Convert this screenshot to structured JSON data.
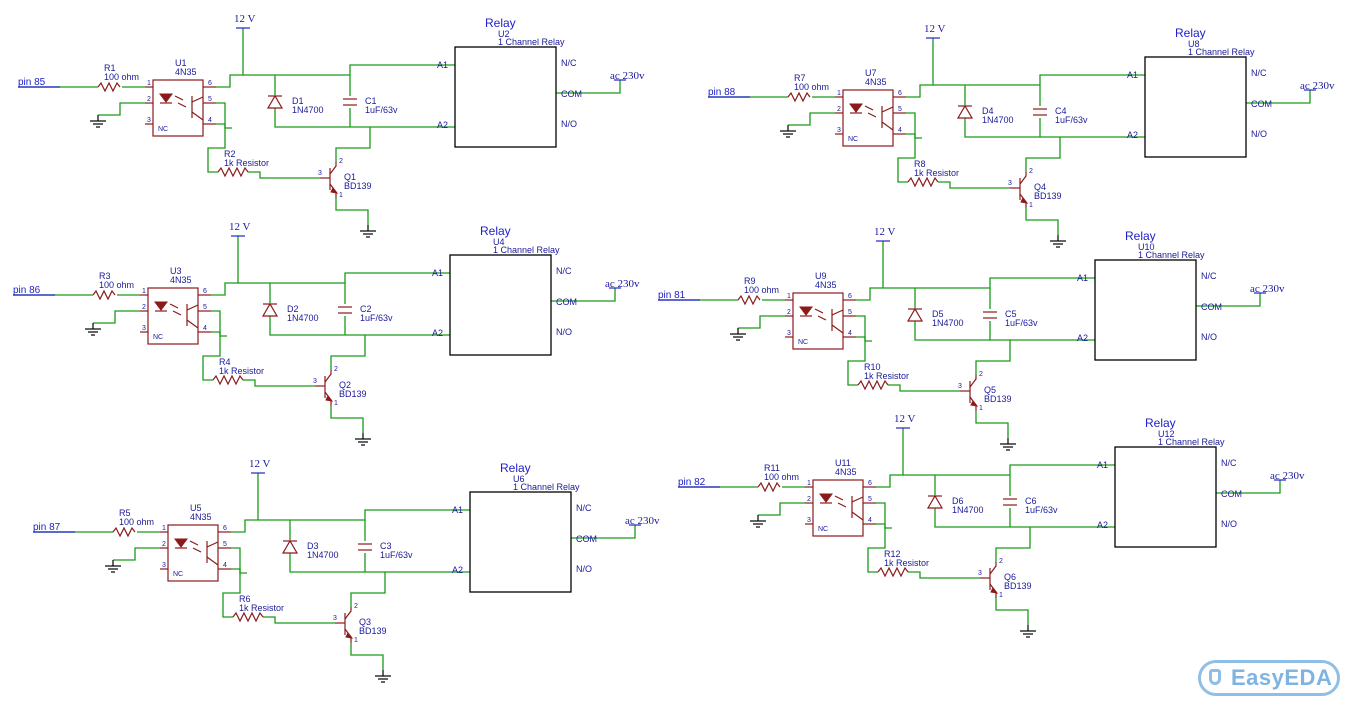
{
  "logo": {
    "text": "EasyEDA"
  },
  "channels": [
    {
      "pin": "pin 85",
      "r_in": "R1",
      "r_in_val": "100 ohm",
      "opto": "U1",
      "opto_part": "4N35",
      "diode": "D1",
      "diode_part": "1N4700",
      "cap": "C1",
      "cap_val": "1uF/63v",
      "r_b": "R2",
      "r_b_val": "1k Resistor",
      "trans": "Q1",
      "trans_part": "BD139",
      "relay_title": "Relay",
      "relay": "U2",
      "relay_part": "1 Channel Relay",
      "supply": "12 V",
      "ac": "ac 230v",
      "a1": "A1",
      "a2": "A2",
      "nc": "N/C",
      "com": "COM",
      "no": "N/O",
      "opto_nc": "NC"
    },
    {
      "pin": "pin 86",
      "r_in": "R3",
      "r_in_val": "100 ohm",
      "opto": "U3",
      "opto_part": "4N35",
      "diode": "D2",
      "diode_part": "1N4700",
      "cap": "C2",
      "cap_val": "1uF/63v",
      "r_b": "R4",
      "r_b_val": "1k Resistor",
      "trans": "Q2",
      "trans_part": "BD139",
      "relay_title": "Relay",
      "relay": "U4",
      "relay_part": "1 Channel Relay",
      "supply": "12 V",
      "ac": "ac 230v",
      "a1": "A1",
      "a2": "A2",
      "nc": "N/C",
      "com": "COM",
      "no": "N/O",
      "opto_nc": "NC"
    },
    {
      "pin": "pin 87",
      "r_in": "R5",
      "r_in_val": "100 ohm",
      "opto": "U5",
      "opto_part": "4N35",
      "diode": "D3",
      "diode_part": "1N4700",
      "cap": "C3",
      "cap_val": "1uF/63v",
      "r_b": "R6",
      "r_b_val": "1k Resistor",
      "trans": "Q3",
      "trans_part": "BD139",
      "relay_title": "Relay",
      "relay": "U6",
      "relay_part": "1 Channel Relay",
      "supply": "12 V",
      "ac": "ac 230v",
      "a1": "A1",
      "a2": "A2",
      "nc": "N/C",
      "com": "COM",
      "no": "N/O",
      "opto_nc": "NC"
    },
    {
      "pin": "pin 88",
      "r_in": "R7",
      "r_in_val": "100 ohm",
      "opto": "U7",
      "opto_part": "4N35",
      "diode": "D4",
      "diode_part": "1N4700",
      "cap": "C4",
      "cap_val": "1uF/63v",
      "r_b": "R8",
      "r_b_val": "1k Resistor",
      "trans": "Q4",
      "trans_part": "BD139",
      "relay_title": "Relay",
      "relay": "U8",
      "relay_part": "1 Channel Relay",
      "supply": "12 V",
      "ac": "ac 230v",
      "a1": "A1",
      "a2": "A2",
      "nc": "N/C",
      "com": "COM",
      "no": "N/O",
      "opto_nc": "NC"
    },
    {
      "pin": "pin 81",
      "r_in": "R9",
      "r_in_val": "100 ohm",
      "opto": "U9",
      "opto_part": "4N35",
      "diode": "D5",
      "diode_part": "1N4700",
      "cap": "C5",
      "cap_val": "1uF/63v",
      "r_b": "R10",
      "r_b_val": "1k Resistor",
      "trans": "Q5",
      "trans_part": "BD139",
      "relay_title": "Relay",
      "relay": "U10",
      "relay_part": "1 Channel Relay",
      "supply": "12 V",
      "ac": "ac 230v",
      "a1": "A1",
      "a2": "A2",
      "nc": "N/C",
      "com": "COM",
      "no": "N/O",
      "opto_nc": "NC"
    },
    {
      "pin": "pin 82",
      "r_in": "R11",
      "r_in_val": "100 ohm",
      "opto": "U11",
      "opto_part": "4N35",
      "diode": "D6",
      "diode_part": "1N4700",
      "cap": "C6",
      "cap_val": "1uF/63v",
      "r_b": "R12",
      "r_b_val": "1k Resistor",
      "trans": "Q6",
      "trans_part": "BD139",
      "relay_title": "Relay",
      "relay": "U12",
      "relay_part": "1 Channel Relay",
      "supply": "12 V",
      "ac": "ac 230v",
      "a1": "A1",
      "a2": "A2",
      "nc": "N/C",
      "com": "COM",
      "no": "N/O",
      "opto_nc": "NC"
    }
  ]
}
